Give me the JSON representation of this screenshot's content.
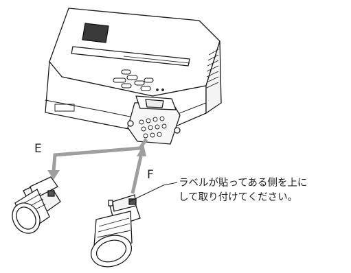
{
  "labels": {
    "e": "E",
    "f": "F"
  },
  "note": {
    "line1": "ラベルが貼ってある側を上に",
    "line2": "して取り付けてください。"
  },
  "colors": {
    "outline": "#1a1a1a",
    "arrow": "#9e9e9e",
    "background": "#ffffff"
  }
}
